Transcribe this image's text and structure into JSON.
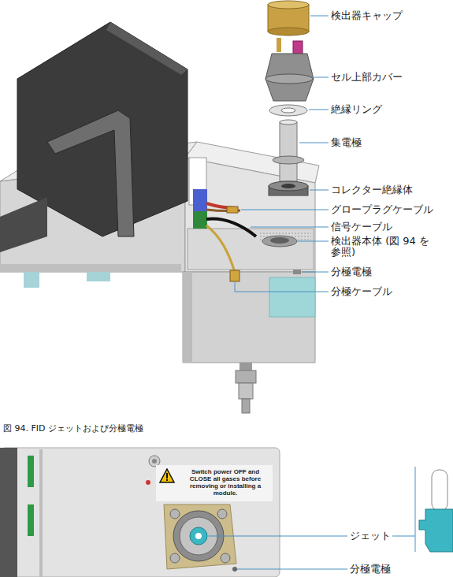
{
  "diagram": {
    "caption": "図 94. FID ジェットおよび分極電極",
    "nodes": [
      {
        "text": [
          "Switch power OFF and CLOSE all gases before removing or installing a module."
        ]
      }
    ],
    "labels": [
      "検出器キャップ",
      "セル上部カバー",
      "絶縁リング",
      "集電極",
      "コレクター絶縁体",
      "グロープラグケーブル",
      "信号ケーブル",
      "検出器本体 (図 94 を参照)",
      "分極電極",
      "分極ケーブル",
      "ジェット",
      "分極電極"
    ]
  }
}
